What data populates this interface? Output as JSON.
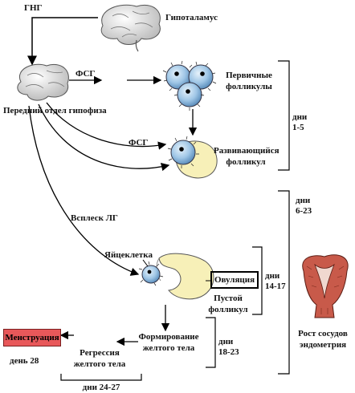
{
  "labels": {
    "gng": "ГНГ",
    "hypothalamus": "Гипоталамус",
    "fsh_top": "ФСГ",
    "primary_1": "Первичные",
    "primary_2": "фолликулы",
    "pituitary": "Передний отдел гипофиза",
    "days_1_5_a": "дни",
    "days_1_5_b": "1-5",
    "fsh_bottom": "ФСГ",
    "developing_1": "Развивающийся",
    "developing_2": "фолликул",
    "days_6_23_a": "дни",
    "days_6_23_b": "6-23",
    "lh_surge": "Всплеск ЛГ",
    "ovum": "Яйцеклетка",
    "ovulation": "Овуляция",
    "days_14_17_a": "дни",
    "days_14_17_b": "14-17",
    "empty_1": "Пустой",
    "empty_2": "фолликул",
    "menstruation": "Менструация",
    "day_28": "день 28",
    "corpus_form_1": "Формирование",
    "corpus_form_2": "желтого тела",
    "days_18_23_a": "дни",
    "days_18_23_b": "18-23",
    "regression_1": "Регрессия",
    "regression_2": "желтого тела",
    "days_24_27": "дни 24-27",
    "vessels_1": "Рост сосудов",
    "vessels_2": "эндометрия"
  },
  "colors": {
    "follicle": "#9fc6e6",
    "cream": "#f7f0b8",
    "menstruation_fill": "#e8585a",
    "uterus": "#c85a4a"
  }
}
